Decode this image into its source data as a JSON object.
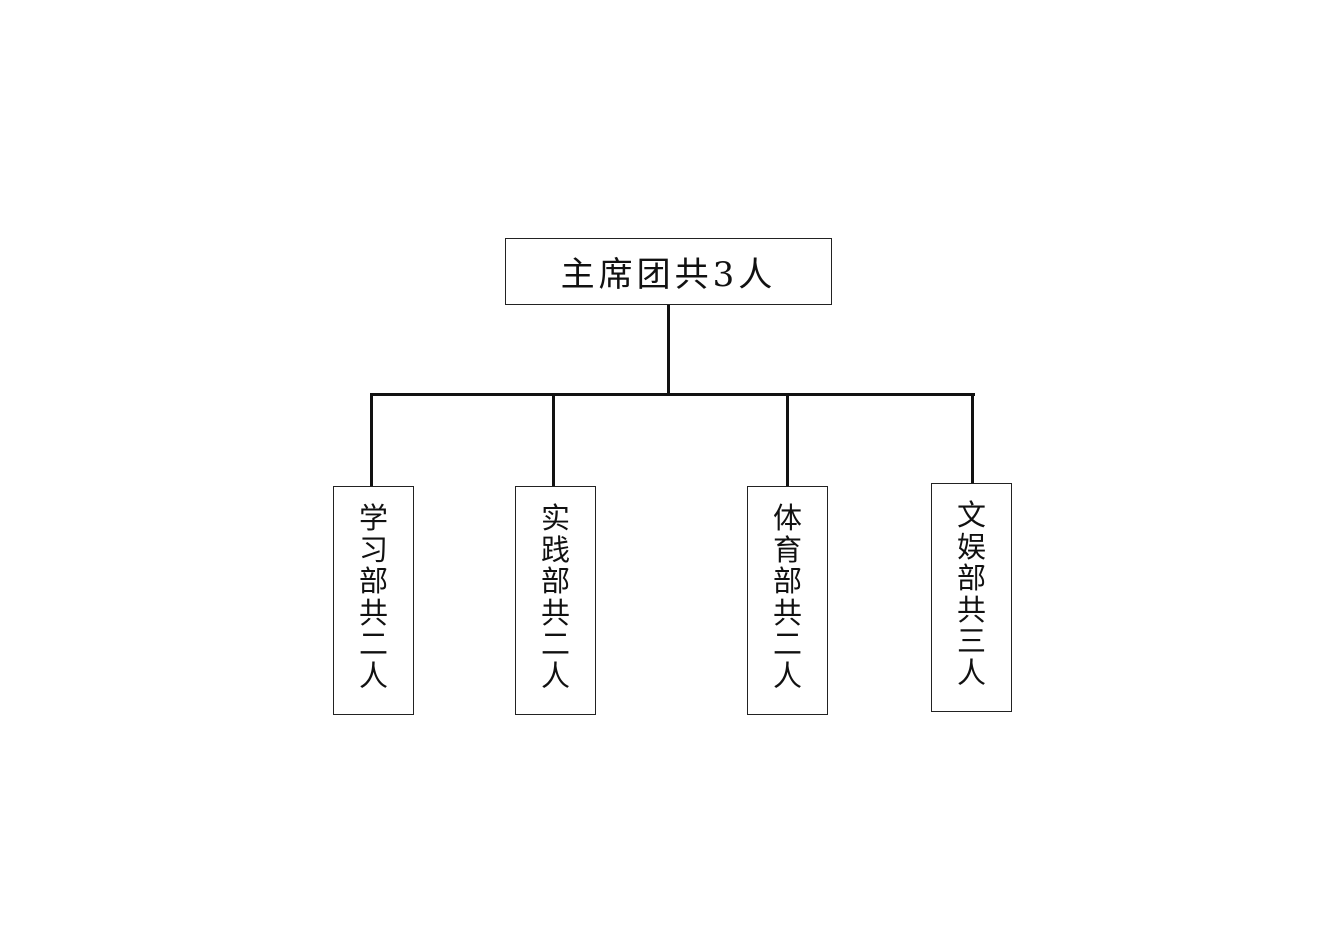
{
  "top": {
    "label": "主席团共3人"
  },
  "departments": [
    {
      "chars": [
        "学",
        "习",
        "部",
        "共",
        "二",
        "人"
      ]
    },
    {
      "chars": [
        "实",
        "践",
        "部",
        "共",
        "二",
        "人"
      ]
    },
    {
      "chars": [
        "体",
        "育",
        "部",
        "共",
        "二",
        "人"
      ]
    },
    {
      "chars": [
        "文",
        "娱",
        "部",
        "共",
        "三",
        "人"
      ]
    }
  ]
}
